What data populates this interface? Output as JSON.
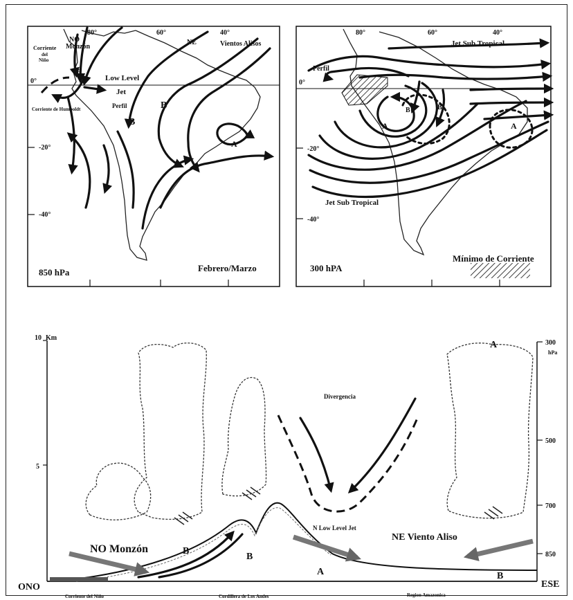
{
  "panel_left": {
    "level": "850 hPa",
    "period": "Febrero/Marzo",
    "lon_ticks": [
      "80°",
      "60°",
      "40°"
    ],
    "lat_ticks": [
      "0°",
      "-20°",
      "-40°"
    ],
    "labels": {
      "no_monzon": "NO\nMonzón",
      "corriente_nino": "Corriente\ndel\nNiño",
      "corriente_humboldt": "Corriente de Humboldt",
      "low_level_jet": "Low Level\nJet",
      "perfil": "Perfil",
      "ne": "NE",
      "vientos_alisos": "Vientos Alisos",
      "b": "B",
      "a": "A"
    }
  },
  "panel_right": {
    "level": "300 hPA",
    "lon_ticks": [
      "80°",
      "60°",
      "40°"
    ],
    "lat_ticks": [
      "0°",
      "-20°",
      "-40°"
    ],
    "labels": {
      "jet_top": "Jet Sub Tropical",
      "jet_bottom": "Jet Sub Tropical",
      "perfil": "Perfil",
      "a": "A",
      "b": "B",
      "minimo": "Mínimo de Corriente"
    }
  },
  "section": {
    "km_unit": "Km",
    "km_ticks": [
      "10",
      "5"
    ],
    "hpa_unit": "hPa",
    "hpa_ticks": [
      "300",
      "500",
      "700",
      "850"
    ],
    "divergencia": "Divergencia",
    "n_low_level_jet": "N Low Level Jet",
    "no_monzon": "NO Monzón",
    "ne_viento_aliso": "NE Viento Aliso",
    "b": "B",
    "a": "A",
    "left_dir": "ONO",
    "right_dir": "ESE",
    "bottom_labels": [
      "Corriente del Niño",
      "Cordillera de Los Andes",
      "Region Amazonica"
    ]
  }
}
